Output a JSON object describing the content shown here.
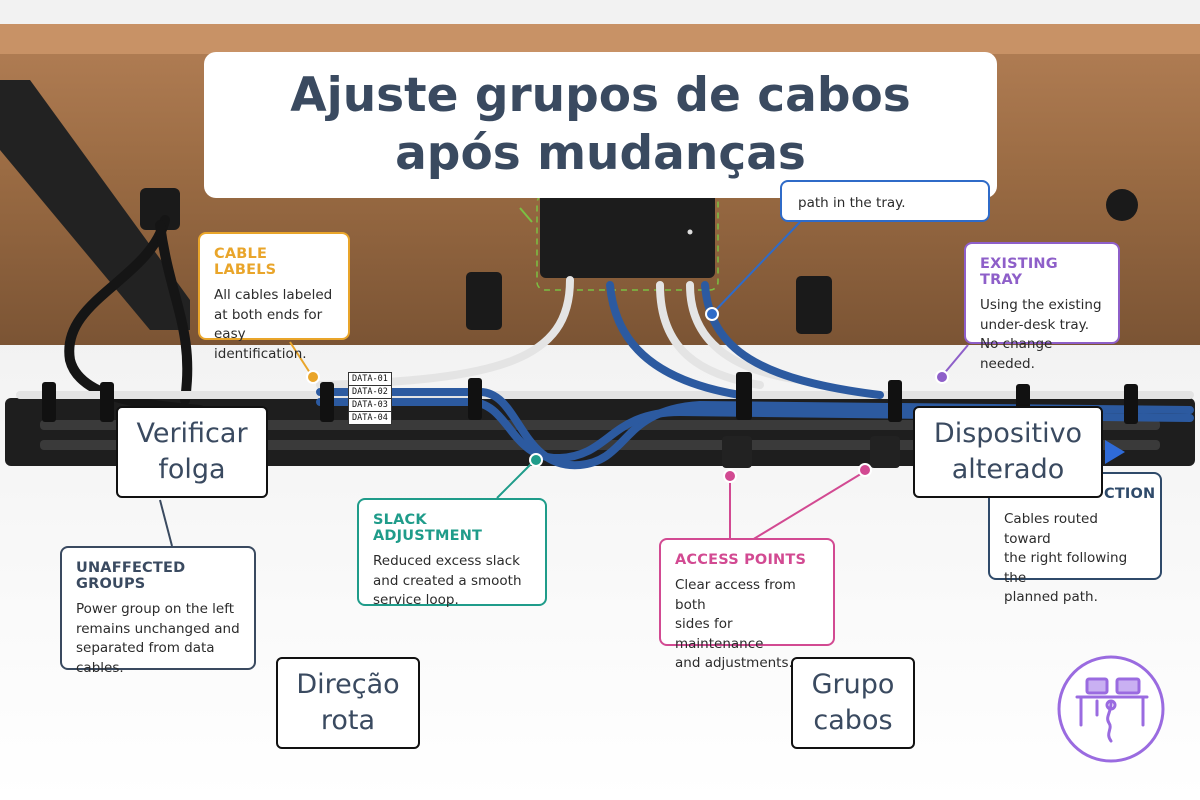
{
  "title": "Ajuste grupos de cabos após mudanças",
  "callouts": {
    "cable_labels": {
      "heading": "CABLE LABELS",
      "body": "All cables labeled\nat both ends for\neasy identification.",
      "color": "#e9a52a"
    },
    "tray_path": {
      "body": "path in the tray.",
      "color": "#2f6bc8"
    },
    "existing_tray": {
      "heading": "EXISTING TRAY",
      "body": "Using the existing\nunder-desk tray.\nNo change needed.",
      "color": "#8e5fc9"
    },
    "slack_adjustment": {
      "heading": "SLACK ADJUSTMENT",
      "body": "Reduced excess slack\nand created a smooth\nservice loop.",
      "color": "#1f9c8a"
    },
    "unaffected_groups": {
      "heading": "UNAFFECTED GROUPS",
      "body": "Power group on the left\nremains unchanged and\nseparated from data\ncables.",
      "color": "#3a4a60"
    },
    "access_points": {
      "heading": "ACCESS POINTS",
      "body": "Clear access from both\nsides for maintenance\nand adjustments.",
      "color": "#d24a92"
    },
    "route_direction": {
      "heading": "CTION",
      "body": "Cables routed toward\nthe right following the\nplanned path.",
      "color": "#2f4a6a"
    }
  },
  "big_labels": {
    "verificar_folga": "Verificar\nfolga",
    "dispositivo_alterado": "Dispositivo\nalterado",
    "direcao_rota": "Direção\nrota",
    "grupo_cabos": "Grupo\ncabos"
  },
  "cable_tags": [
    "DATA-01",
    "DATA-02",
    "DATA-03",
    "DATA-04"
  ],
  "colors": {
    "desk_wood": "#9a6b43",
    "tray": "#1e1e1e",
    "cable_blue": "#2c5aa0",
    "cable_white": "#e4e4e4",
    "cable_black": "#151515",
    "title_text": "#3a4a60",
    "logo": "#9a6be0"
  },
  "icons": [
    "desk-cable-logo-icon"
  ]
}
